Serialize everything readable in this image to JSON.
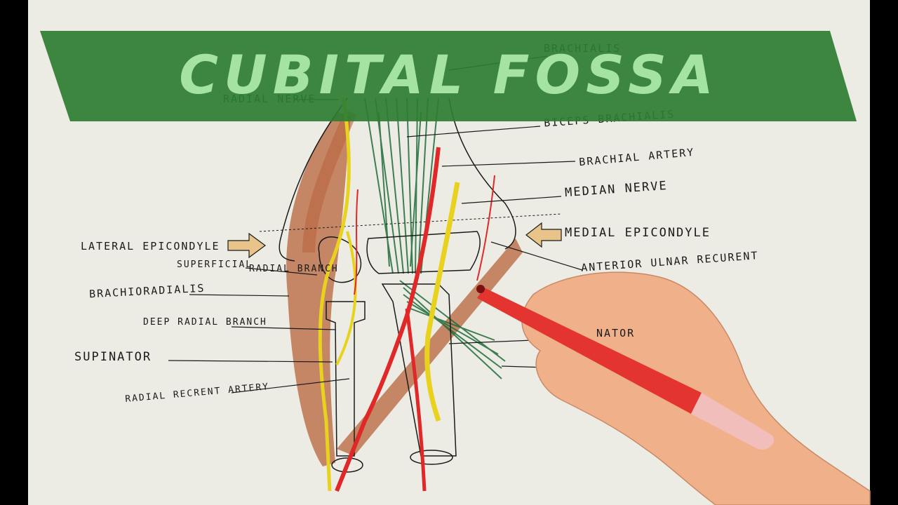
{
  "title": "CUBITAL FOSSA",
  "labels": {
    "brachialis": "BRACHIALIS",
    "radial_nerve": "RADIAL NERVE",
    "biceps_brachialis": "BICEPS BRACHIALIS",
    "brachial_artery": "BRACHIAL ARTERY",
    "median_nerve": "MEDIAN NERVE",
    "medial_epicondyle": "MEDIAL EPICONDYLE",
    "anterior_ulnar_recurent": "ANTERIOR ULNAR RECURENT",
    "lateral_epicondyle": "LATERAL EPICONDYLE",
    "superficial_radial_branch_a": "SUPERFICIAL",
    "superficial_radial_branch_b": "RADIAL BRANCH",
    "brachioradialis": "BRACHIORADIALIS",
    "deep_radial_branch": "DEEP RADIAL BRANCH",
    "supinator": "SUPINATOR",
    "radial_recrent_artery": "RADIAL RECRENT ARTERY",
    "pronator_partial": "NATOR"
  },
  "colors": {
    "band": "#2e7d32",
    "title": "#a5e3a0",
    "paper": "#ecece4",
    "nerve": "#e8d21e",
    "artery": "#e02828",
    "muscle": "#b8643c",
    "muscle_green": "#1f6b3a",
    "ink": "#1a1a1a",
    "arrow_fill": "#e8c48a",
    "marker": "#e3342f",
    "skin": "#f0b08a"
  }
}
